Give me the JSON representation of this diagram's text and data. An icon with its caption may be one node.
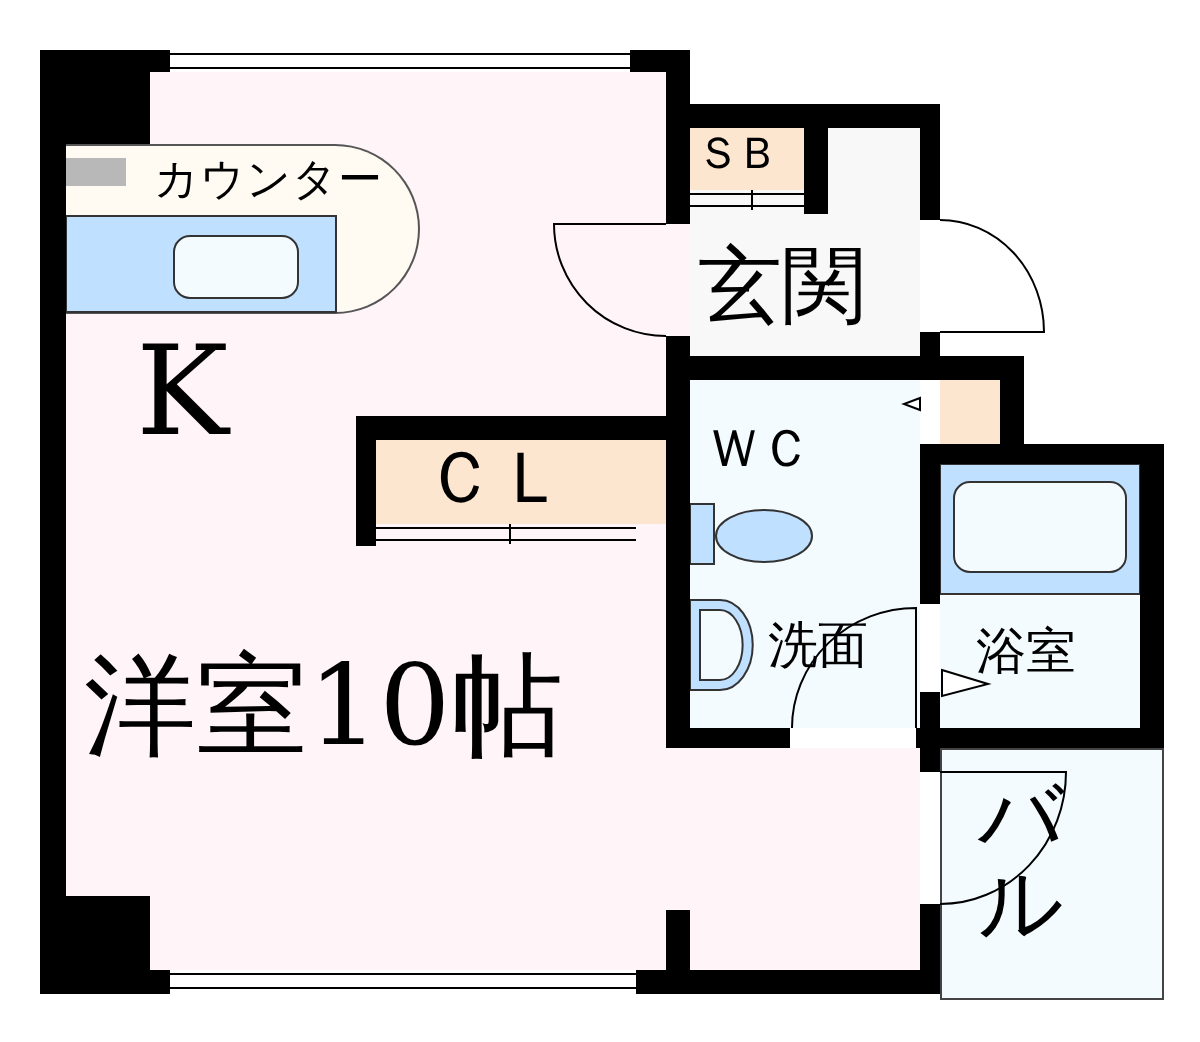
{
  "diagram": {
    "nodes": [
      {
        "text": [
          "K",
          "洋室10帖"
        ]
      },
      {
        "text": [
          "カウンター"
        ],
        "in": 0
      },
      {
        "text": [
          "玄関"
        ]
      },
      {
        "text": [
          "ＳＢ"
        ],
        "in": 2
      },
      {
        "text": [
          "ＣＬ"
        ],
        "in": 0
      },
      {
        "text": [
          "ＷＣ",
          "洗面"
        ]
      },
      {
        "text": [
          "浴室"
        ]
      },
      {
        "text": [
          "バル"
        ]
      }
    ]
  }
}
